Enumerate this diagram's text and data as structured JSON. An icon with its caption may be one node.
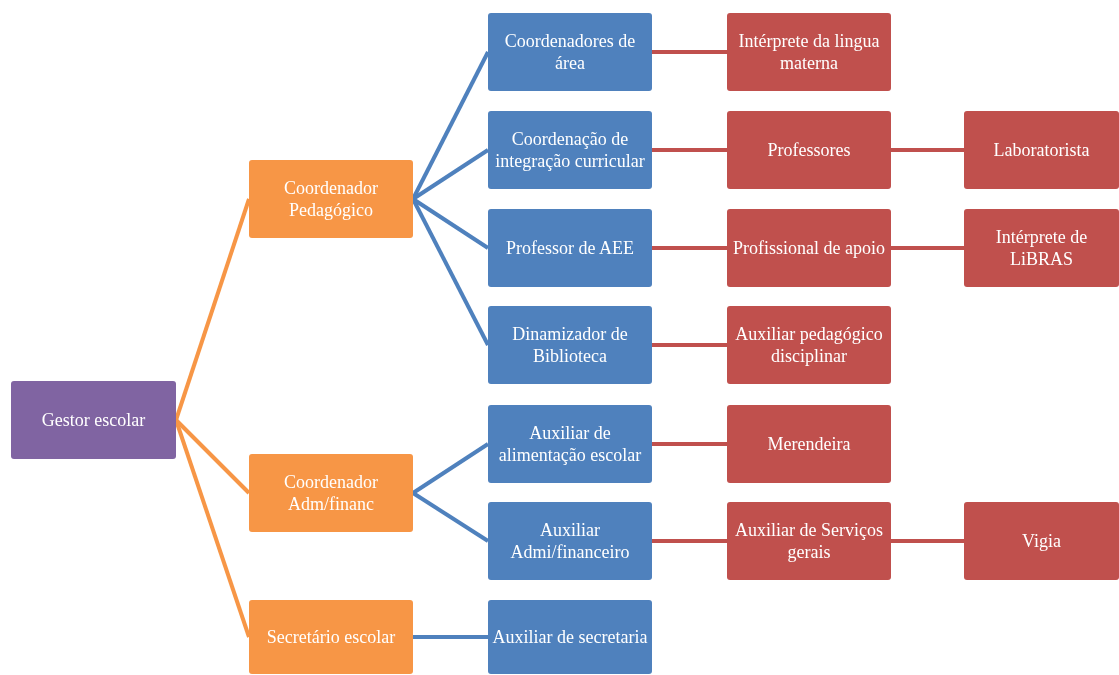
{
  "diagram": {
    "nodes": [
      {
        "text": [
          "Gestor escolar"
        ]
      },
      {
        "text": [
          "Coordenador Pedagógico"
        ]
      },
      {
        "text": [
          "Coordenador Adm/financ"
        ]
      },
      {
        "text": [
          "Secretário escolar"
        ]
      },
      {
        "text": [
          "Coordenadores de área"
        ]
      },
      {
        "text": [
          "Coordenação de integração curricular"
        ]
      },
      {
        "text": [
          "Professor de AEE"
        ]
      },
      {
        "text": [
          "Dinamizador de Biblioteca"
        ]
      },
      {
        "text": [
          "Auxiliar de alimentação escolar"
        ]
      },
      {
        "text": [
          "Auxiliar Admi/financeiro"
        ]
      },
      {
        "text": [
          "Auxiliar de secretaria"
        ]
      },
      {
        "text": [
          "Intérprete da lingua materna"
        ]
      },
      {
        "text": [
          "Professores"
        ]
      },
      {
        "text": [
          "Laboratorista"
        ]
      },
      {
        "text": [
          "Profissional de apoio"
        ]
      },
      {
        "text": [
          "Intérprete de LiBRAS"
        ]
      },
      {
        "text": [
          "Auxiliar pedagógico disciplinar"
        ]
      },
      {
        "text": [
          "Merendeira"
        ]
      },
      {
        "text": [
          "Auxiliar de Serviços gerais"
        ]
      },
      {
        "text": [
          "Vigia"
        ]
      }
    ],
    "edges": [
      {
        "from": 0,
        "to": 1,
        "arrow": "none",
        "color": "#f79646"
      },
      {
        "from": 0,
        "to": 2,
        "arrow": "none",
        "color": "#f79646"
      },
      {
        "from": 0,
        "to": 3,
        "arrow": "none",
        "color": "#f79646"
      },
      {
        "from": 1,
        "to": 4,
        "arrow": "none",
        "color": "#4f81bd"
      },
      {
        "from": 1,
        "to": 5,
        "arrow": "none",
        "color": "#4f81bd"
      },
      {
        "from": 1,
        "to": 6,
        "arrow": "none",
        "color": "#4f81bd"
      },
      {
        "from": 1,
        "to": 7,
        "arrow": "none",
        "color": "#4f81bd"
      },
      {
        "from": 2,
        "to": 8,
        "arrow": "none",
        "color": "#4f81bd"
      },
      {
        "from": 2,
        "to": 9,
        "arrow": "none",
        "color": "#4f81bd"
      },
      {
        "from": 3,
        "to": 10,
        "arrow": "none",
        "color": "#4f81bd"
      },
      {
        "from": 4,
        "to": 11,
        "arrow": "none"
      },
      {
        "from": 5,
        "to": 12,
        "arrow": "none"
      },
      {
        "from": 12,
        "to": 13,
        "arrow": "none"
      },
      {
        "from": 6,
        "to": 14,
        "arrow": "none"
      },
      {
        "from": 14,
        "to": 15,
        "arrow": "none"
      },
      {
        "from": 7,
        "to": 16,
        "arrow": "none"
      },
      {
        "from": 8,
        "to": 17,
        "arrow": "none"
      },
      {
        "from": 9,
        "to": 18,
        "arrow": "none"
      },
      {
        "from": 18,
        "to": 19,
        "arrow": "none"
      }
    ]
  }
}
